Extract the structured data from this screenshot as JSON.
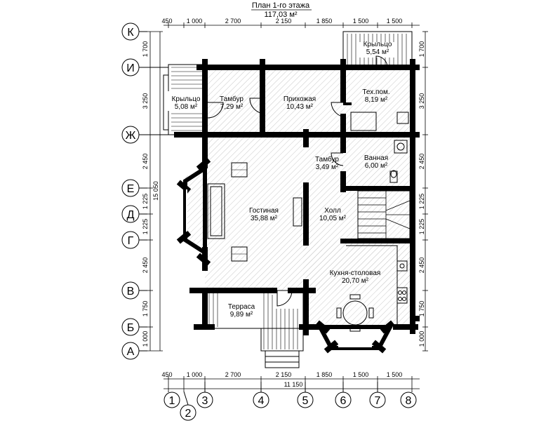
{
  "header": {
    "title": "План 1-го этажа",
    "area": "117,03 м²"
  },
  "top_dims": [
    "450",
    "1 000",
    "2 700",
    "2 150",
    "1 850",
    "1 500",
    "1 500"
  ],
  "bottom_dims": [
    "450",
    "1 000",
    "2 700",
    "2 150",
    "1 850",
    "1 500",
    "1 500"
  ],
  "bottom_total": "11 150",
  "left_dims": [
    "1 700",
    "3 250",
    "2 450",
    "1 225",
    "1 225",
    "2 450",
    "1 750",
    "1 000"
  ],
  "left_total": "15 050",
  "right_dims": [
    "1 700",
    "3 250",
    "2 450",
    "1 225",
    "1 225",
    "2 450",
    "1 750",
    "1 000"
  ],
  "row_axes": [
    "К",
    "И",
    "Ж",
    "Е",
    "Д",
    "Г",
    "В",
    "Б",
    "А"
  ],
  "col_axes": [
    "1",
    "2",
    "3",
    "4",
    "5",
    "6",
    "7",
    "8"
  ],
  "rooms": {
    "krylco_top": {
      "name": "Крыльцо",
      "area": "5,54 м²"
    },
    "krylco_left": {
      "name": "Крыльцо",
      "area": "5,08 м²"
    },
    "tambur1": {
      "name": "Тамбур",
      "area": "7,29 м²"
    },
    "prihozhaya": {
      "name": "Прихожая",
      "area": "10,43 м²"
    },
    "tehpom": {
      "name": "Тех.пом.",
      "area": "8,19 м²"
    },
    "tambur2": {
      "name": "Тамбур",
      "area": "3,49 м²"
    },
    "vannaya": {
      "name": "Ванная",
      "area": "6,00 м²"
    },
    "gostinaya": {
      "name": "Гостиная",
      "area": "35,88 м²"
    },
    "holl": {
      "name": "Холл",
      "area": "10,05 м²"
    },
    "kuhnya": {
      "name": "Кухня-столовая",
      "area": "20,70 м²"
    },
    "terrasa": {
      "name": "Терраса",
      "area": "9,89 м²"
    }
  }
}
